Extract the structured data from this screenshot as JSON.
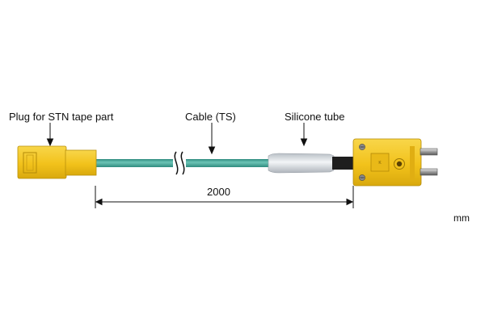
{
  "labels": {
    "plug": "Plug for STN tape part",
    "cable": "Cable (TS)",
    "tube": "Silicone tube"
  },
  "dimension": "2000",
  "unit": "mm",
  "colors": {
    "plug_yellow": "#f2c21b",
    "cable_teal": "#4aa89a",
    "tube_gray": "#d9dde2",
    "pin_black": "#222222"
  }
}
